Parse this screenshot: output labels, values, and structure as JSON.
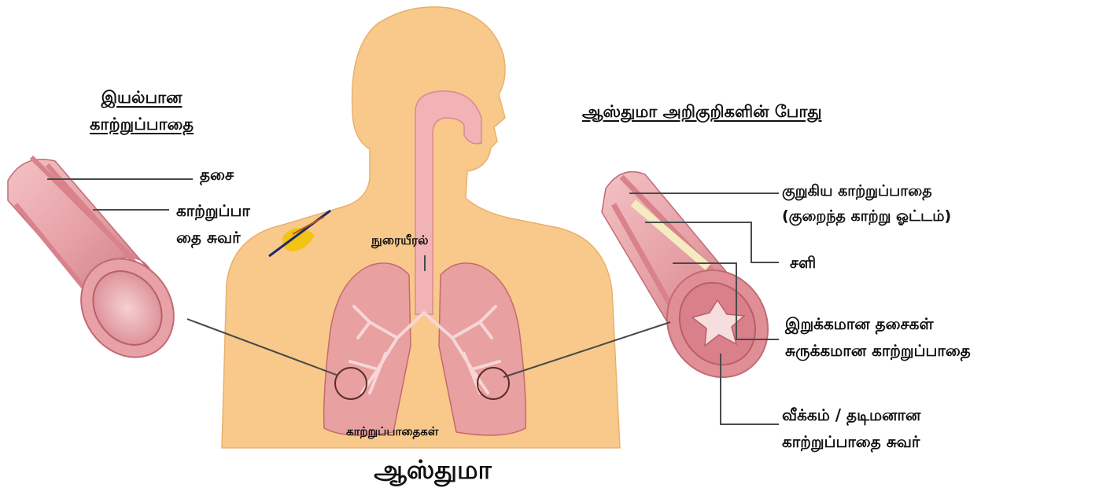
{
  "title": "ஆஸ்துமா",
  "normal_airway": {
    "heading_line1": "இயல்பான",
    "heading_line2": "காற்றுப்பாதை",
    "label_muscle": "தசை",
    "label_wall_line1": "காற்றுப்பா",
    "label_wall_line2": "தை சுவர்"
  },
  "body": {
    "label_trachea": "நுரையீரல்",
    "label_airways": "காற்றுப்பாதைகள்"
  },
  "asthma_airway": {
    "heading": "ஆஸ்துமா அறிகுறிகளின் போது",
    "label_narrow_line1": "குறுகிய காற்றுப்பாதை",
    "label_narrow_line2": "(குறைந்த காற்று ஓட்டம்)",
    "label_mucus": "சளி",
    "label_tight_line1": "இறுக்கமான தசைகள்",
    "label_tight_line2": "சுருக்கமான காற்றுப்பாதை",
    "label_swollen_line1": "வீக்கம் / தடிமனான",
    "label_swollen_line2": "காற்றுப்பாதை சுவர்"
  },
  "colors": {
    "skin": "#f8c98a",
    "lung": "#e8a0a0",
    "lung_dark": "#c9676e",
    "airway": "#e3909a",
    "leader_line": "#4a4a4a"
  }
}
